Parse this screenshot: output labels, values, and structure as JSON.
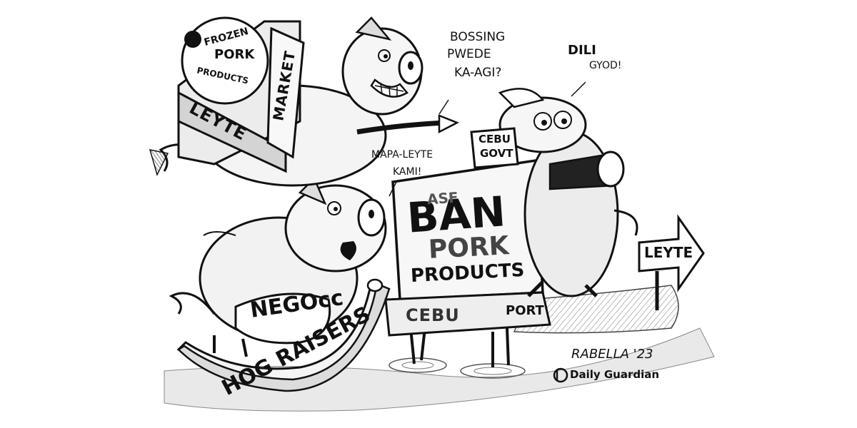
{
  "labels": {
    "frozen": "FROZEN",
    "pork_small": "PORK",
    "products_small": "PRODUCTS",
    "leyte_box": "LEYTE",
    "market": "MARKET",
    "cebu_govt_1": "CEBU",
    "cebu_govt_2": "GOVT",
    "ban": "BAN",
    "asf": "ASF",
    "pork_big": "PORK",
    "products_big": "PRODUCTS",
    "cebu_port_1": "CEBU",
    "cebu_port_2": "PORT",
    "negocc": "NEGOcc",
    "hog_raisers": "HOG RAISERS",
    "leyte_arrow": "LEYTE"
  },
  "speech": {
    "bossing_1": "BOSSING",
    "bossing_2": "PWEDE",
    "bossing_3": "KA-AGI?",
    "dili_1": "DILI",
    "dili_2": "GYOD!",
    "mapa_1": "MAPA-LEYTE",
    "mapa_2": "KAMI!"
  },
  "credits": {
    "signature": "RABELLA '23",
    "publisher": "Daily Guardian"
  }
}
